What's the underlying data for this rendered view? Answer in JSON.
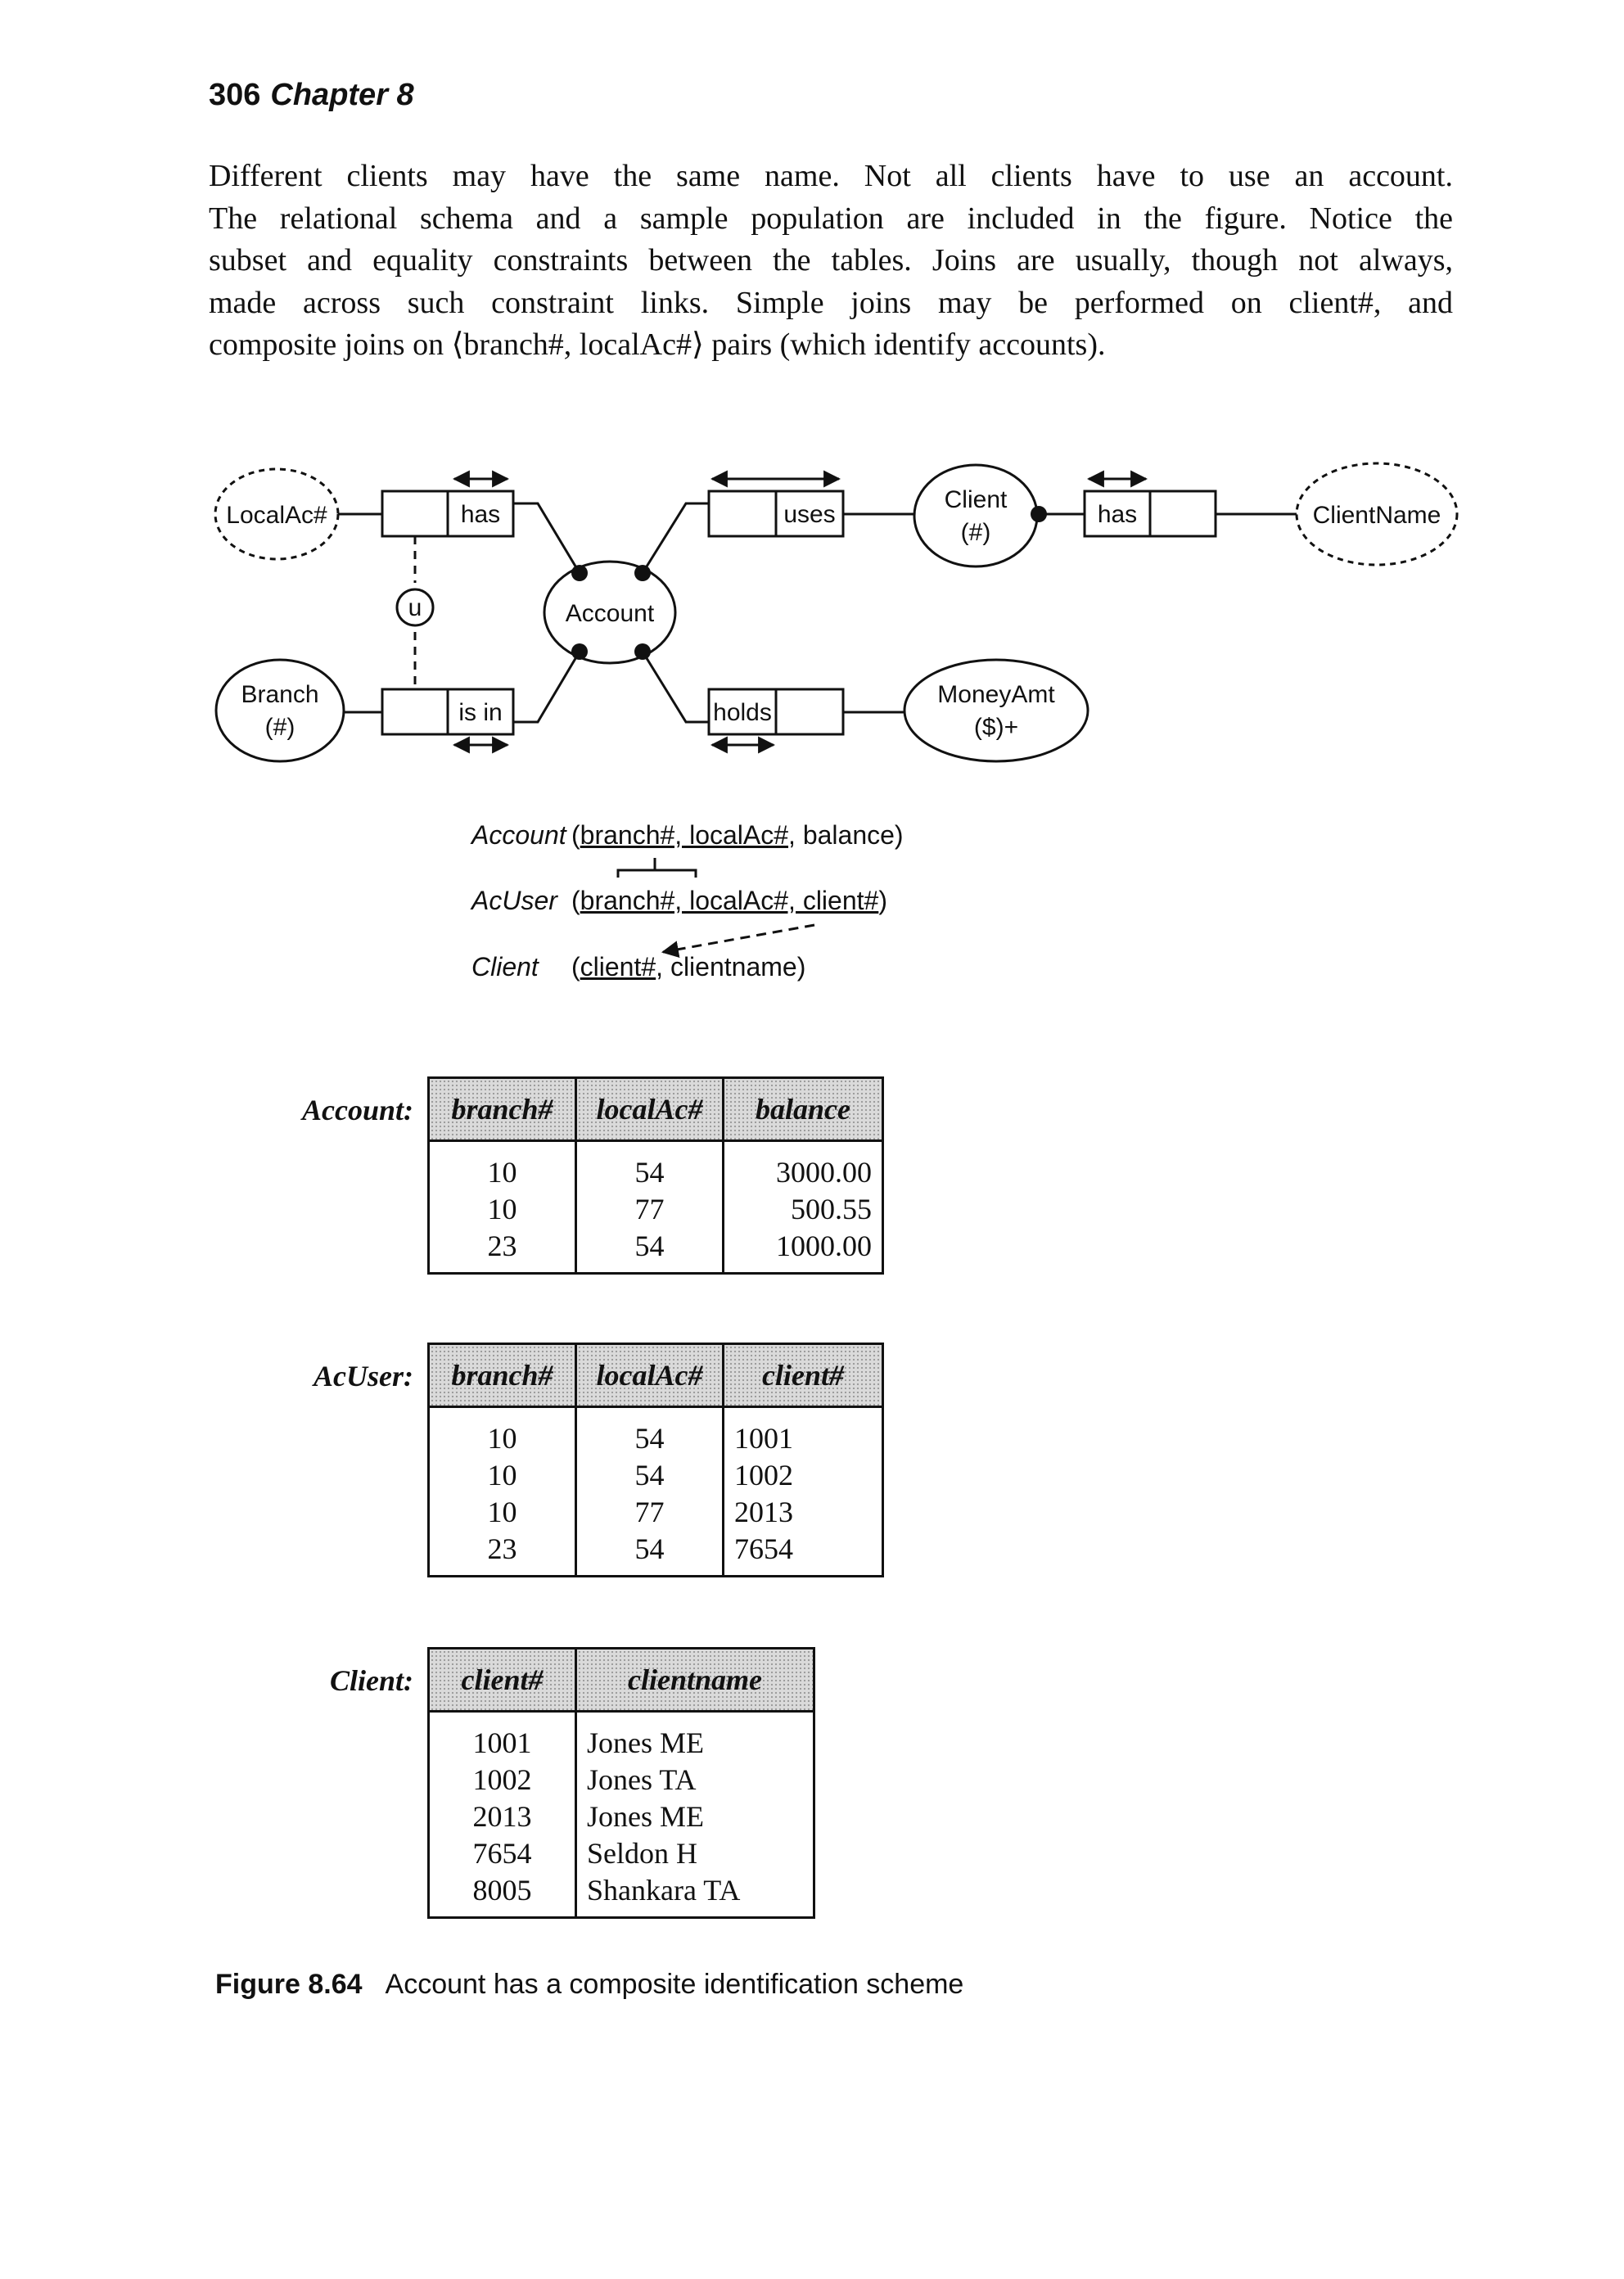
{
  "header": {
    "page_number": "306",
    "chapter": "Chapter 8"
  },
  "paragraph_lines": [
    "Different clients may have the same name. Not all clients have to use an account.",
    "The relational schema and a sample population are included in the figure. Notice the",
    "subset and equality constraints between the tables. Joins are usually, though not always,",
    "made across such constraint links. Simple joins may be performed on client#, and",
    "composite joins on ⟨branch#, localAc#⟩ pairs (which identify accounts)."
  ],
  "diagram": {
    "localac": "LocalAc#",
    "branch_name": "Branch",
    "branch_mode": "(#)",
    "account": "Account",
    "client_name": "Client",
    "client_mode": "(#)",
    "clientname": "ClientName",
    "moneyamt_name": "MoneyAmt",
    "moneyamt_mode": "($)+",
    "has_left": "has",
    "is_in": "is in",
    "uses": "uses",
    "holds": "holds",
    "has_right": "has",
    "uniqueness": "u"
  },
  "schema": {
    "account": {
      "name": "Account",
      "keys": "branch#, localAc#",
      "rest": ", balance)"
    },
    "acuser": {
      "name": "AcUser",
      "keys": "branch#, localAc#, client#",
      "rest": ")"
    },
    "client": {
      "name": "Client",
      "keys": "client#",
      "rest": ", clientname)"
    }
  },
  "tables": {
    "account": {
      "label": "Account:",
      "columns": [
        "branch#",
        "localAc#",
        "balance"
      ],
      "rows": [
        [
          "10",
          "54",
          "3000.00"
        ],
        [
          "10",
          "77",
          "500.55"
        ],
        [
          "23",
          "54",
          "1000.00"
        ]
      ]
    },
    "acuser": {
      "label": "AcUser:",
      "columns": [
        "branch#",
        "localAc#",
        "client#"
      ],
      "rows": [
        [
          "10",
          "54",
          "1001"
        ],
        [
          "10",
          "54",
          "1002"
        ],
        [
          "10",
          "77",
          "2013"
        ],
        [
          "23",
          "54",
          "7654"
        ]
      ]
    },
    "client": {
      "label": "Client:",
      "columns": [
        "client#",
        "clientname"
      ],
      "rows": [
        [
          "1001",
          "Jones ME"
        ],
        [
          "1002",
          "Jones TA"
        ],
        [
          "2013",
          "Jones ME"
        ],
        [
          "7654",
          "Seldon H"
        ],
        [
          "8005",
          "Shankara TA"
        ]
      ]
    }
  },
  "caption": {
    "number": "Figure 8.64",
    "text": "Account has a composite identification scheme"
  }
}
